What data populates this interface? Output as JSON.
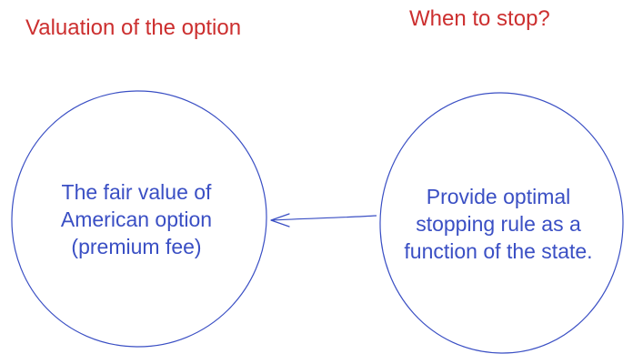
{
  "colors": {
    "heading": "#cc2f2f",
    "ink": "#3a4fc4"
  },
  "headings": {
    "left": "Valuation of the option",
    "right": "When to stop?"
  },
  "nodes": {
    "left": {
      "lines": [
        "The fair value of",
        "American option",
        "(premium fee)"
      ]
    },
    "right": {
      "lines": [
        "Provide optimal",
        "stopping rule as a",
        "function of the state."
      ]
    }
  },
  "edges": [
    {
      "from": "right",
      "to": "left",
      "arrow": "to-left"
    }
  ]
}
